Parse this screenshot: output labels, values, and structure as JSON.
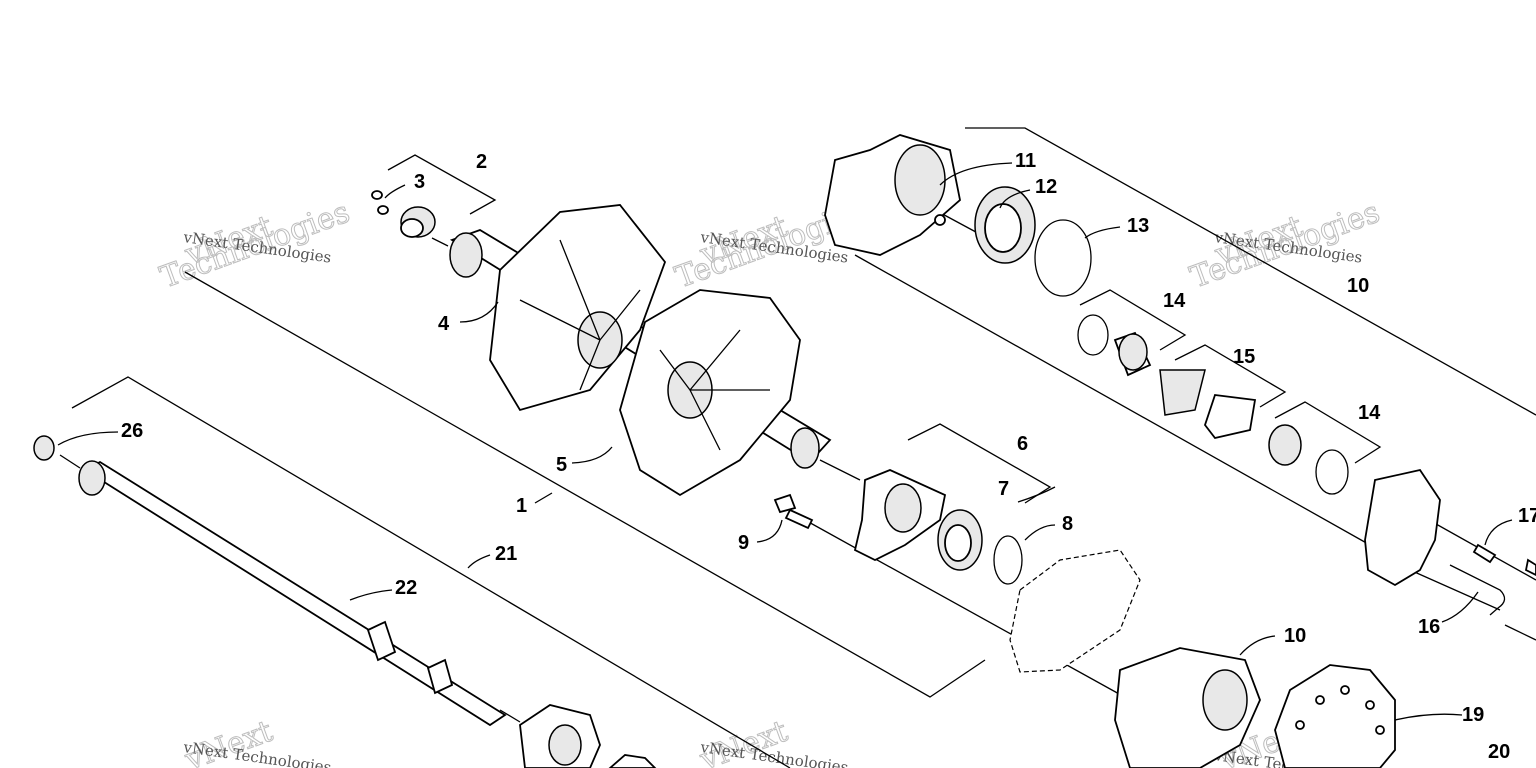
{
  "watermarks": [
    {
      "small": "vNext Technologies",
      "big": "vNext",
      "big2": "Technologies"
    },
    {
      "small": "vNext Technologies",
      "big": "vNext",
      "big2": "Technologies"
    },
    {
      "small": "vNext Technologies",
      "big": "vNext",
      "big2": "Technologies"
    },
    {
      "small": "vNext Technologies",
      "big": "vNext"
    },
    {
      "small": "vNext Technologies",
      "big": "vNext"
    },
    {
      "small": "vNext Technologies",
      "big": "vNext"
    }
  ],
  "callouts": {
    "c1": "1",
    "c2": "2",
    "c3": "3",
    "c4": "4",
    "c5": "5",
    "c6": "6",
    "c7": "7",
    "c8": "8",
    "c9": "9",
    "c10": "10",
    "c11": "11",
    "c12": "12",
    "c13": "13",
    "c14": "14",
    "c15": "15",
    "c16": "16",
    "c17": "17",
    "c19": "19",
    "c20": "20",
    "c21": "21",
    "c22": "22",
    "c26": "26"
  }
}
